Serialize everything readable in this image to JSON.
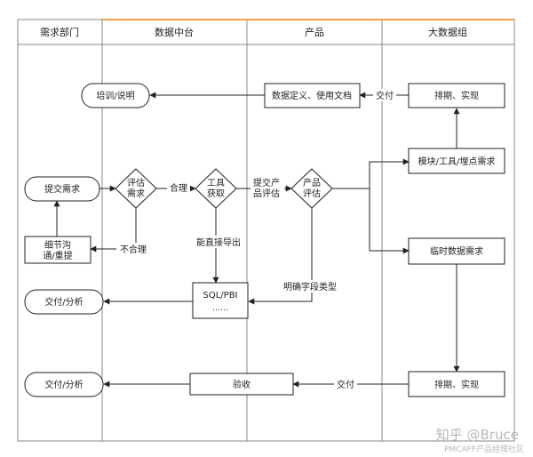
{
  "header": {
    "accent_color": "#f0a050",
    "lanes": [
      "需求部门",
      "数据中台",
      "产品",
      "大数据组"
    ]
  },
  "nodes": {
    "submit": "提交需求",
    "clarify_line1": "细节沟",
    "clarify_line2": "通/重提",
    "deliver1": "交付/分析",
    "deliver2": "交付/分析",
    "training": "培训/说明",
    "evaluate_line1": "评估",
    "evaluate_line2": "需求",
    "tool_line1": "工具",
    "tool_line2": "获取",
    "sql_line1": "SQL/PBI",
    "sql_line2": "……",
    "accept": "验收",
    "datadef": "数据定义、使用文档",
    "product_eval_line1": "产品",
    "product_eval_line2": "评估",
    "schedule1": "排期、实现",
    "module": "模块/工具/埋点需求",
    "temp": "临时数据需求",
    "schedule2": "排期、实现"
  },
  "edges": {
    "reasonable": "合理",
    "unreasonable": "不合理",
    "export": "能直接导出",
    "submit_product_line1": "提交产",
    "submit_product_line2": "品评估",
    "clarify_fields": "明确字段类型",
    "deliver_top": "交付",
    "deliver_bottom": "交付"
  },
  "watermark": {
    "main": "知乎 @Bruce",
    "sub": "PMCAFF产品经理社区"
  }
}
